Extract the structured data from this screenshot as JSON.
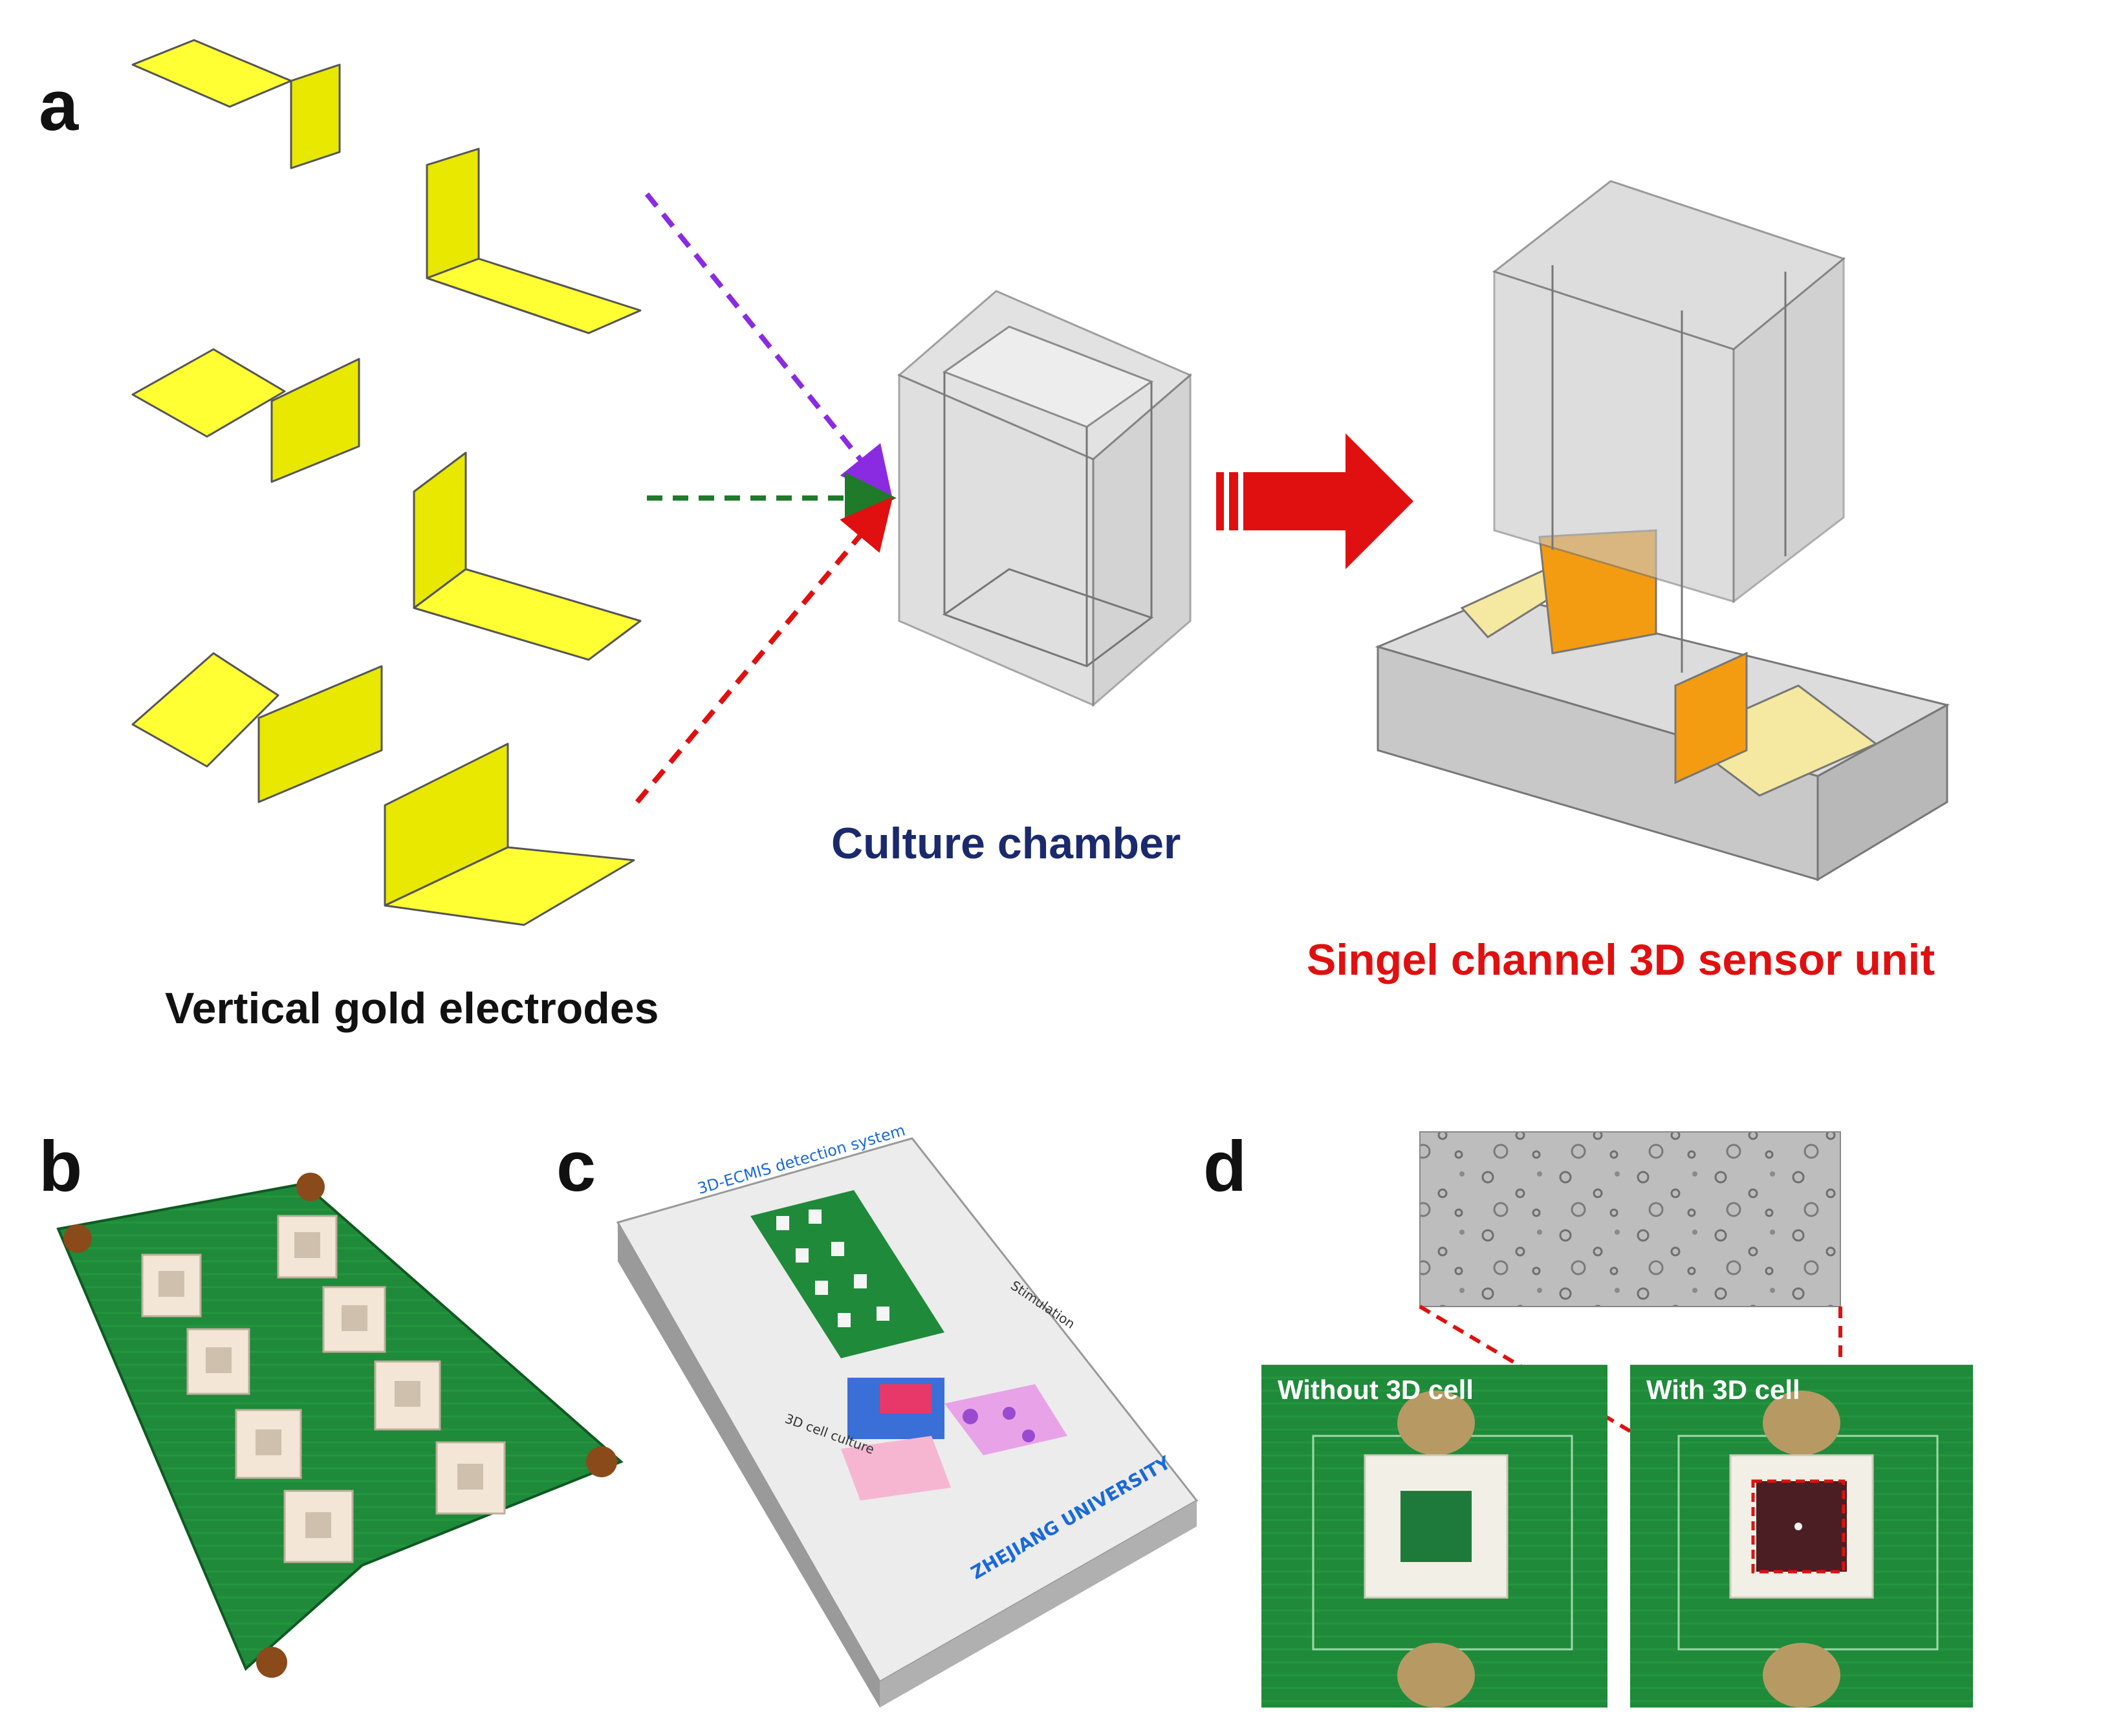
{
  "panels": {
    "a": "a",
    "b": "b",
    "c": "c",
    "d": "d"
  },
  "captions": {
    "electrodes": "Vertical gold electrodes",
    "chamber": "Culture chamber",
    "unit": "Singel channel 3D sensor unit"
  },
  "device_c": {
    "title": "3D-ECMIS detection system",
    "stimulation": "Stimulation",
    "culture": "3D cell culture",
    "university": "ZHEJIANG UNIVERSITY"
  },
  "panel_d": {
    "without": "Without 3D cell",
    "with": "With 3D cell"
  },
  "colors": {
    "gold": "#ffff00",
    "accent_red": "#e01010",
    "navy": "#1a2a6c",
    "pcb_green": "#1f8a3a",
    "purple": "#8a2be2",
    "dark_green": "#1f7a2a"
  }
}
